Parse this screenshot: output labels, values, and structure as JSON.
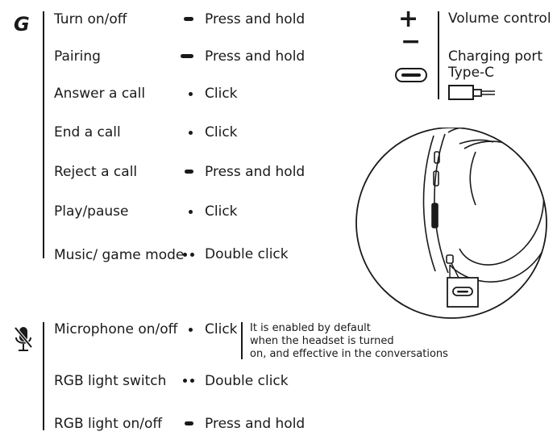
{
  "brand": {
    "logo_letter": "G"
  },
  "functions": [
    {
      "label": "Turn on/off",
      "marker": "hold",
      "action": "Press and hold"
    },
    {
      "label": "Pairing",
      "marker": "hold",
      "action": "Press and hold"
    },
    {
      "label": "Answer a call",
      "marker": "single",
      "action": "Click"
    },
    {
      "label": "End a call",
      "marker": "single",
      "action": "Click"
    },
    {
      "label": "Reject a call",
      "marker": "hold",
      "action": "Press and hold"
    },
    {
      "label": "Play/pause",
      "marker": "single",
      "action": "Click"
    },
    {
      "label": "Music/ game mode",
      "marker": "double",
      "action": "Double click"
    }
  ],
  "volume": {
    "plus": "+",
    "minus": "−",
    "label": "Volume control"
  },
  "charging": {
    "line1": "Charging port",
    "line2": "Type-C"
  },
  "mic_section": {
    "icon": "mic-mute-icon",
    "items": [
      {
        "label": "Microphone on/off",
        "marker": "single",
        "action": "Click"
      },
      {
        "label": "RGB light switch",
        "marker": "double",
        "action": "Double click"
      },
      {
        "label": "RGB light on/off",
        "marker": "hold",
        "action": "Press and hold"
      }
    ],
    "note": {
      "line1": "It is enabled by default",
      "line2": "when the headset is turned",
      "line3": "on, and effective in the conversations"
    }
  },
  "colors": {
    "ink": "#1a1a1a",
    "background": "#ffffff"
  }
}
